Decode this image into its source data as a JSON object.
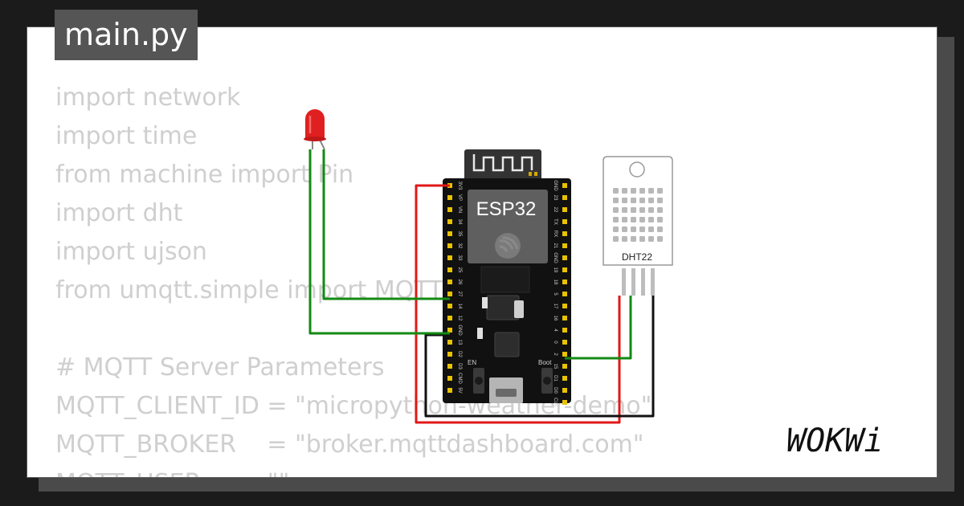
{
  "tab": {
    "filename": "main.py"
  },
  "code": {
    "lines": [
      "import network",
      "import time",
      "from machine import Pin",
      "import dht",
      "import ujson",
      "from umqtt.simple import MQTTClient",
      "",
      "# MQTT Server Parameters",
      "MQTT_CLIENT_ID = \"micropython-weather-demo\"",
      "MQTT_BROKER    = \"broker.mqttdashboard.com\"",
      "MQTT_USER     = \"\""
    ]
  },
  "board": {
    "label": "ESP32",
    "left_pins": [
      "3V3",
      "VP",
      "VN",
      "34",
      "35",
      "32",
      "33",
      "25",
      "26",
      "27",
      "14",
      "12",
      "GND",
      "13",
      "D2",
      "D3",
      "CMD",
      "5V"
    ],
    "right_pins": [
      "GND",
      "23",
      "22",
      "TX",
      "RX",
      "21",
      "GND",
      "19",
      "18",
      "5",
      "17",
      "16",
      "4",
      "0",
      "2",
      "15",
      "D1",
      "D0",
      "CLK"
    ],
    "en_label": "EN",
    "boot_label": "Boot"
  },
  "sensor": {
    "label": "DHT22"
  },
  "wire_colors": {
    "red": "#e01818",
    "green": "#138a13",
    "black": "#111111"
  },
  "led_color": "#e02020",
  "brand": {
    "logo": "WOKWi"
  }
}
